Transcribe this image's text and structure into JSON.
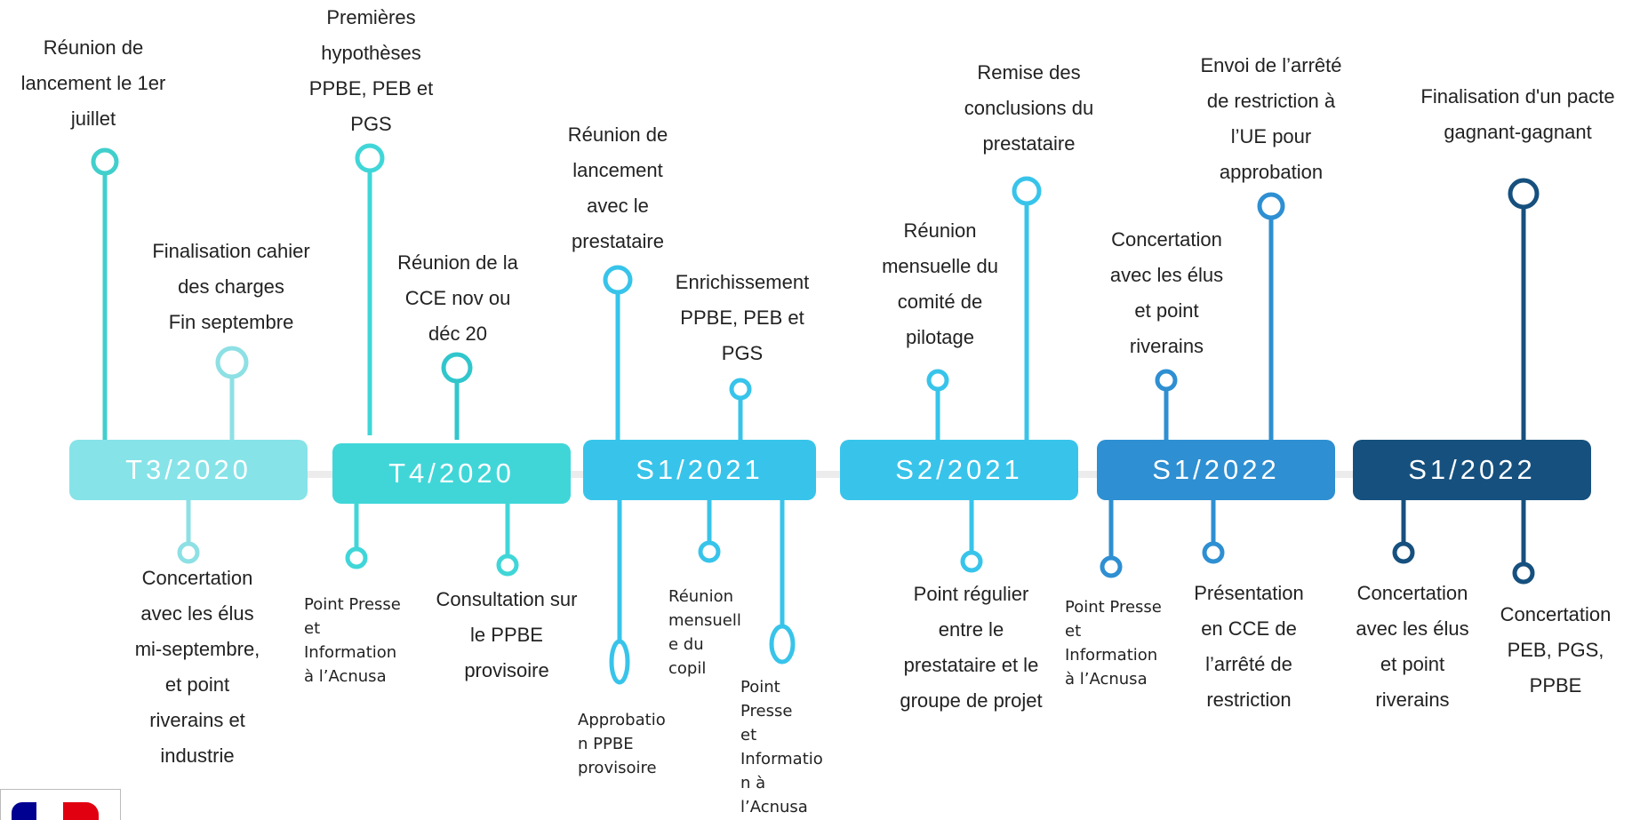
{
  "periods": [
    {
      "label": "T3/2020",
      "color": "#86e3e8"
    },
    {
      "label": "T4/2020",
      "color": "#40d6d8"
    },
    {
      "label": "S1/2021",
      "color": "#38c4ea"
    },
    {
      "label": "S2/2021",
      "color": "#38c4ea"
    },
    {
      "label": "S1/2022",
      "color": "#2e8fd2"
    },
    {
      "label": "S1/2022",
      "color": "#16507e"
    }
  ],
  "milestones": [
    {
      "lines": [
        "Réunion de",
        "lancement le 1er",
        "juillet"
      ],
      "color": "#41cfcc",
      "icon": "circle-marker-icon"
    },
    {
      "lines": [
        "Finalisation cahier",
        "des charges",
        "Fin septembre"
      ],
      "color": "#8de0e4",
      "icon": "circle-marker-icon"
    },
    {
      "lines": [
        "Concertation",
        "avec les élus",
        "mi-septembre,",
        "et point",
        "riverains et",
        "industrie"
      ],
      "color": "#8de0e4",
      "icon": "circle-marker-icon"
    },
    {
      "lines": [
        "Premières",
        "hypothèses",
        "PPBE, PEB et",
        "PGS"
      ],
      "color": "#40d6d8",
      "icon": "circle-marker-icon"
    },
    {
      "lines": [
        "Réunion de la",
        "CCE nov ou",
        "déc 20"
      ],
      "color": "#30c6cc",
      "icon": "circle-marker-icon"
    },
    {
      "lines": [
        "Point Presse",
        "et",
        "Information",
        "à l’Acnusa"
      ],
      "color": "#40d6d8",
      "icon": "circle-marker-icon"
    },
    {
      "lines": [
        "Consultation sur",
        "le PPBE",
        "provisoire"
      ],
      "color": "#40d6d8",
      "icon": "circle-marker-icon"
    },
    {
      "lines": [
        "Réunion de",
        "lancement",
        "avec le",
        "prestataire"
      ],
      "color": "#38c4ea",
      "icon": "circle-marker-icon"
    },
    {
      "lines": [
        "Enrichissement",
        "PPBE, PEB et",
        "PGS"
      ],
      "color": "#38c4ea",
      "icon": "circle-marker-icon"
    },
    {
      "lines": [
        "Approbatio",
        "n PPBE",
        "provisoire"
      ],
      "color": "#38c4ea",
      "icon": "oval-marker-icon"
    },
    {
      "lines": [
        "Réunion",
        "mensuell",
        "e du",
        "copil"
      ],
      "color": "#38c4ea",
      "icon": "circle-marker-icon"
    },
    {
      "lines": [
        "Point",
        "Presse",
        "et",
        "Informatio",
        "n à",
        "l’Acnusa"
      ],
      "color": "#38c4ea",
      "icon": "oval-marker-icon"
    },
    {
      "lines": [
        "Réunion",
        "mensuelle du",
        "comité de",
        "pilotage"
      ],
      "color": "#38c4ea",
      "icon": "circle-marker-icon"
    },
    {
      "lines": [
        "Remise des",
        "conclusions du",
        "prestataire"
      ],
      "color": "#38c4ea",
      "icon": "circle-marker-icon"
    },
    {
      "lines": [
        "Point régulier",
        "entre le",
        "prestataire et le",
        "groupe de projet"
      ],
      "color": "#38c4ea",
      "icon": "circle-marker-icon"
    },
    {
      "lines": [
        "Concertation",
        "avec les élus",
        "et point",
        "riverains"
      ],
      "color": "#2e8fd2",
      "icon": "circle-marker-icon"
    },
    {
      "lines": [
        "Envoi de l’arrêté",
        "de restriction à",
        "l’UE pour",
        "approbation"
      ],
      "color": "#2e8fd2",
      "icon": "circle-marker-icon"
    },
    {
      "lines": [
        "Point Presse",
        "et",
        "Information",
        "à l’Acnusa"
      ],
      "color": "#2e8fd2",
      "icon": "circle-marker-icon"
    },
    {
      "lines": [
        "Présentation",
        "en CCE de",
        "l’arrêté de",
        "restriction"
      ],
      "color": "#2e8fd2",
      "icon": "circle-marker-icon"
    },
    {
      "lines": [
        "Finalisation d'un pacte",
        "gagnant-gagnant"
      ],
      "color": "#16507e",
      "icon": "circle-marker-icon"
    },
    {
      "lines": [
        "Concertation",
        "avec les élus",
        "et point",
        "riverains"
      ],
      "color": "#16507e",
      "icon": "circle-marker-icon"
    },
    {
      "lines": [
        "Concertation",
        "PEB, PGS,",
        "PPBE"
      ],
      "color": "#16507e",
      "icon": "circle-marker-icon"
    }
  ],
  "track_color": "#ececec"
}
